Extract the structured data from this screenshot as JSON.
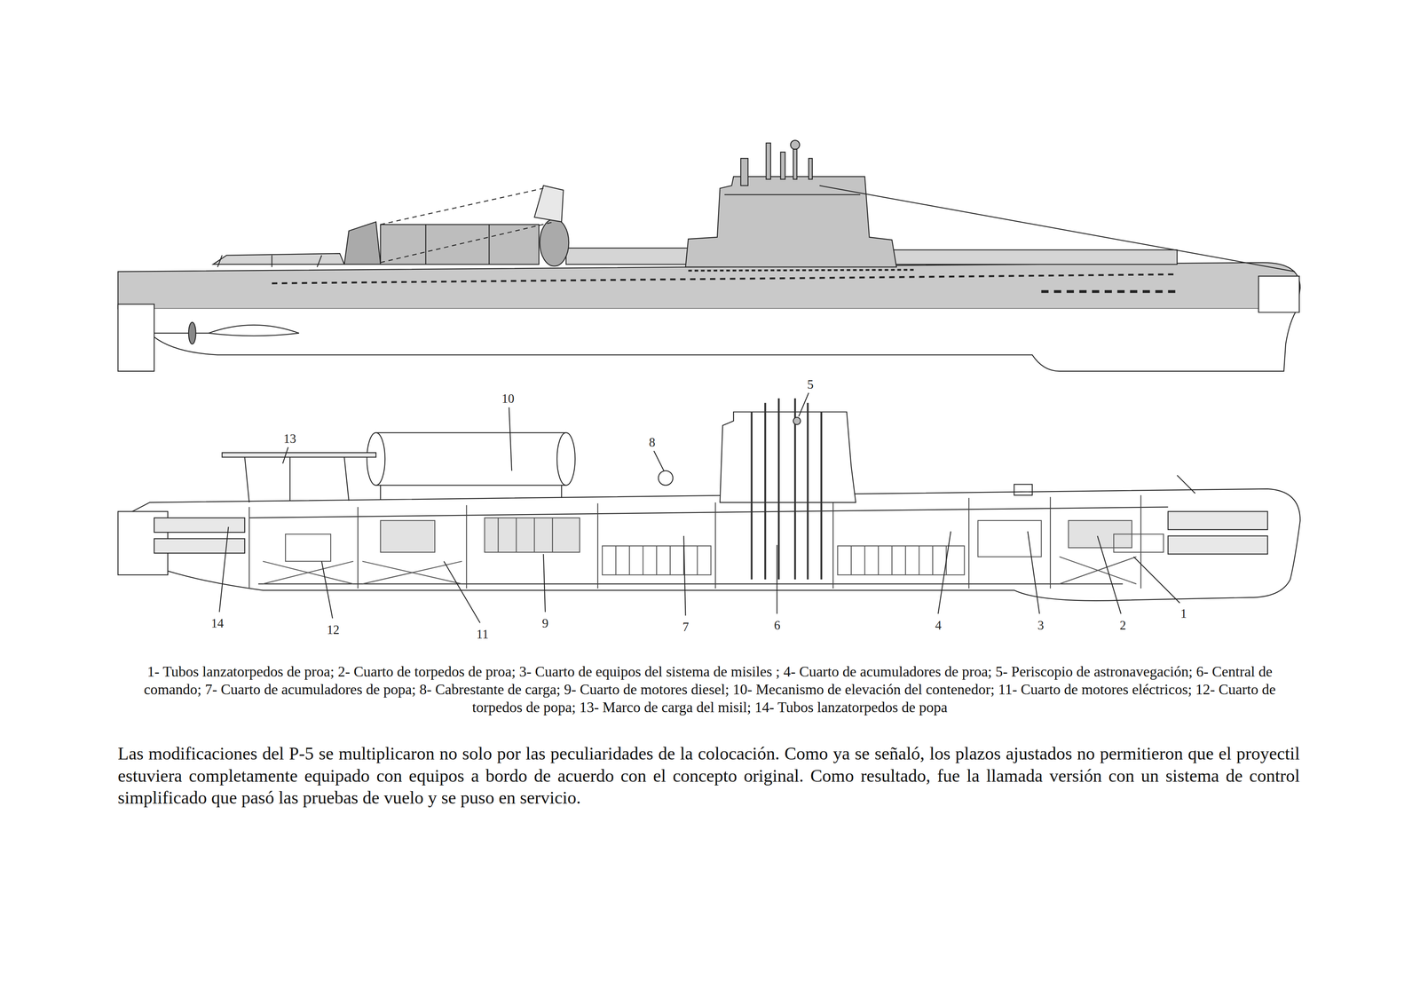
{
  "diagram": {
    "caption": "1- Tubos lanzatorpedos de proa; 2- Cuarto de torpedos de proa; 3- Cuarto de equipos del sistema de misiles ; 4- Cuarto de acumuladores de proa; 5- Periscopio de astronavegación; 6- Central de comando; 7- Cuarto de acumuladores de popa; 8- Cabrestante de carga; 9- Cuarto de motores diesel; 10- Mecanismo de elevación del contenedor; 11- Cuarto de motores eléctricos; 12- Cuarto de torpedos de popa; 13- Marco de carga del misil; 14- Tubos lanzatorpedos de popa",
    "labels": [
      "13",
      "10",
      "8",
      "5",
      "14",
      "12",
      "11",
      "9",
      "7",
      "6",
      "4",
      "3",
      "2",
      "1",
      "Las modificaciones del P-5 se multiplicaron no solo por las peculiaridades de la colocación. Como ya se señaló, los plazos ajustados no permitieron que el proyectil estuviera completamente equipado con equipos a bordo de acuerdo con el concepto original. Como resultado, fue la llamada versión con un sistema de control simplificado que pasó las pruebas de vuelo y se puso en servicio."
    ]
  }
}
